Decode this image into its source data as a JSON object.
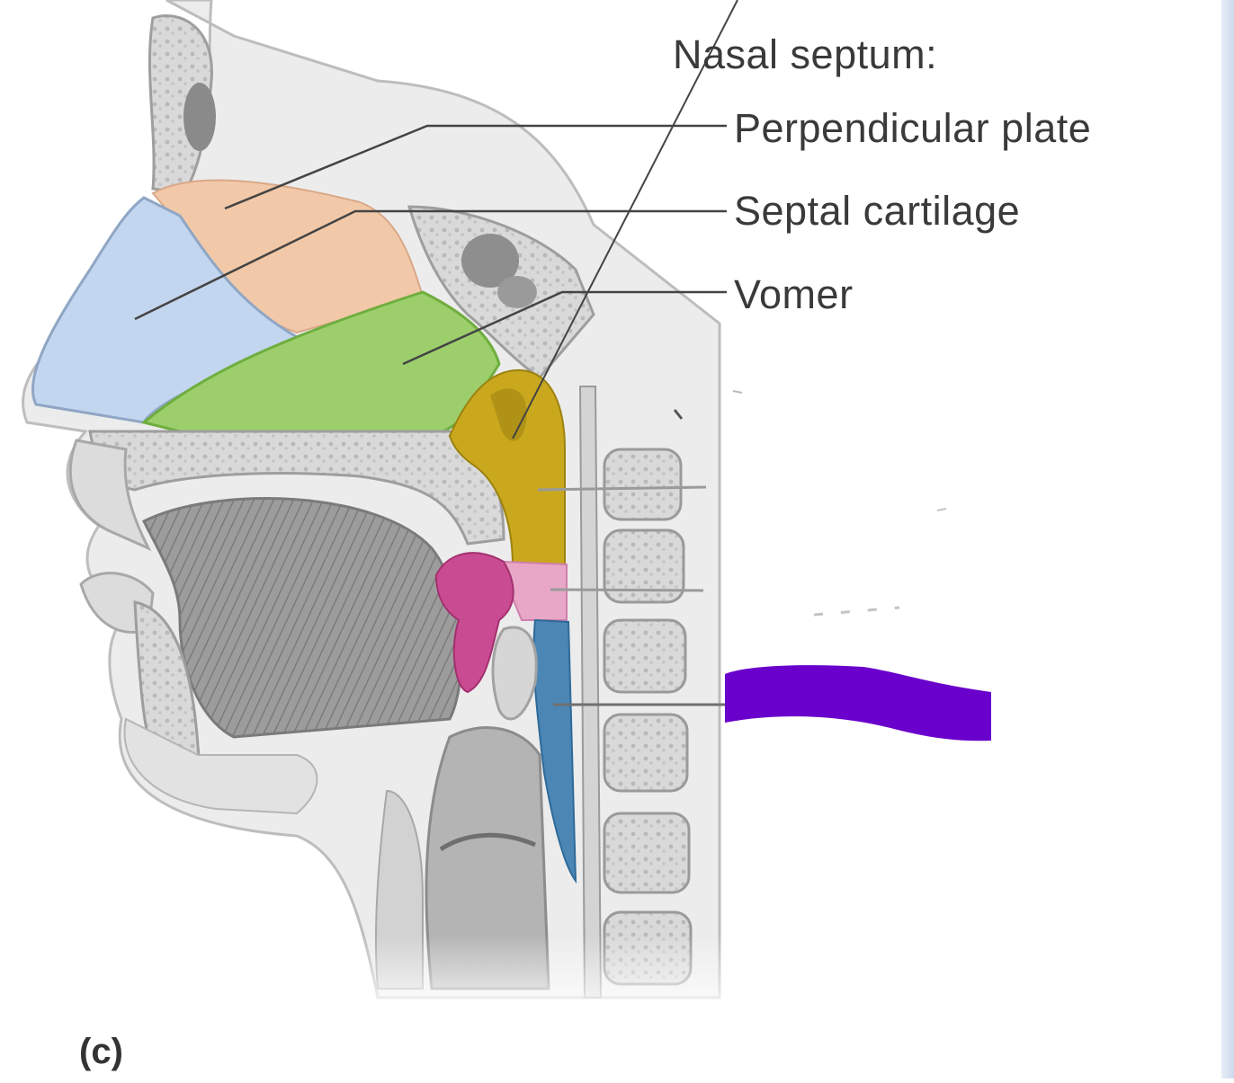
{
  "labels": {
    "nasal_septum_header": "Nasal septum:",
    "perpendicular_plate": "Perpendicular plate",
    "septal_cartilage": "Septal cartilage",
    "vomer": "Vomer",
    "panel_letter": "(c)"
  },
  "colors": {
    "perpendicular_plate": "#f2c9a8",
    "septal_cartilage": "#c3d6ef",
    "vomer": "#9ccf6c",
    "nasopharynx": "#c9a81e",
    "oropharynx": "#e8a7c7",
    "laryngopharynx": "#4c86b4",
    "redaction_mark": "#6a00cc",
    "bone_gray": "#cfcfcf",
    "muscle_gray": "#9a9a9a",
    "leader_line": "#444444"
  }
}
